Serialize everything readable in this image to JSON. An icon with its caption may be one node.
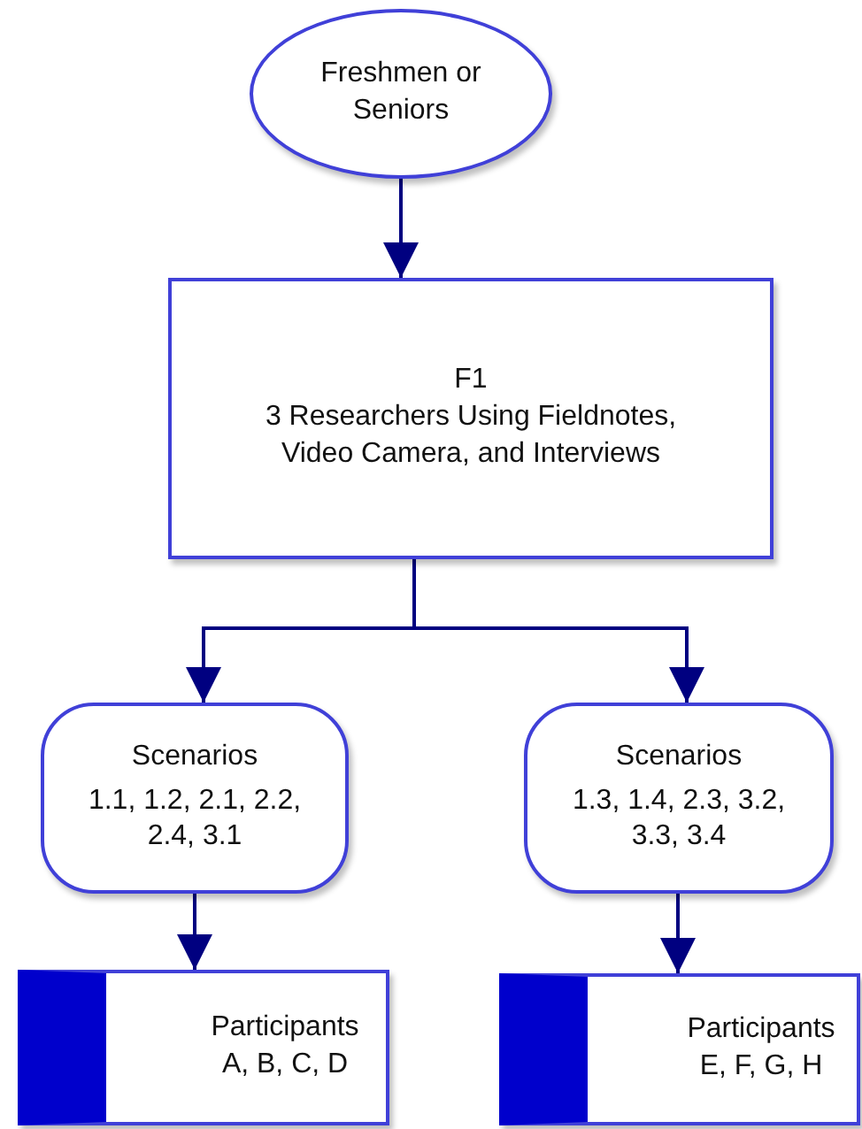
{
  "diagram": {
    "nodes": [
      {
        "text": [
          "Freshmen or Seniors"
        ]
      },
      {
        "text": [
          "F1",
          "3 Researchers Using Fieldnotes, Video Camera, and Interviews"
        ]
      },
      {
        "text": [
          "Scenarios",
          "1.1, 1.2, 2.1, 2.2, 2.4, 3.1"
        ]
      },
      {
        "text": [
          "Scenarios",
          "1.3, 1.4, 2.3, 3.2, 3.3, 3.4"
        ]
      },
      {
        "text": [
          "Participants",
          "A, B, C, D"
        ]
      },
      {
        "text": [
          "Participants",
          "E, F, G, H"
        ]
      }
    ],
    "edges": [
      {
        "from": 0,
        "to": 1,
        "arrow": "to"
      },
      {
        "from": 1,
        "to": 2,
        "arrow": "to"
      },
      {
        "from": 1,
        "to": 3,
        "arrow": "to"
      },
      {
        "from": 2,
        "to": 4,
        "arrow": "to"
      },
      {
        "from": 3,
        "to": 5,
        "arrow": "to"
      }
    ]
  }
}
